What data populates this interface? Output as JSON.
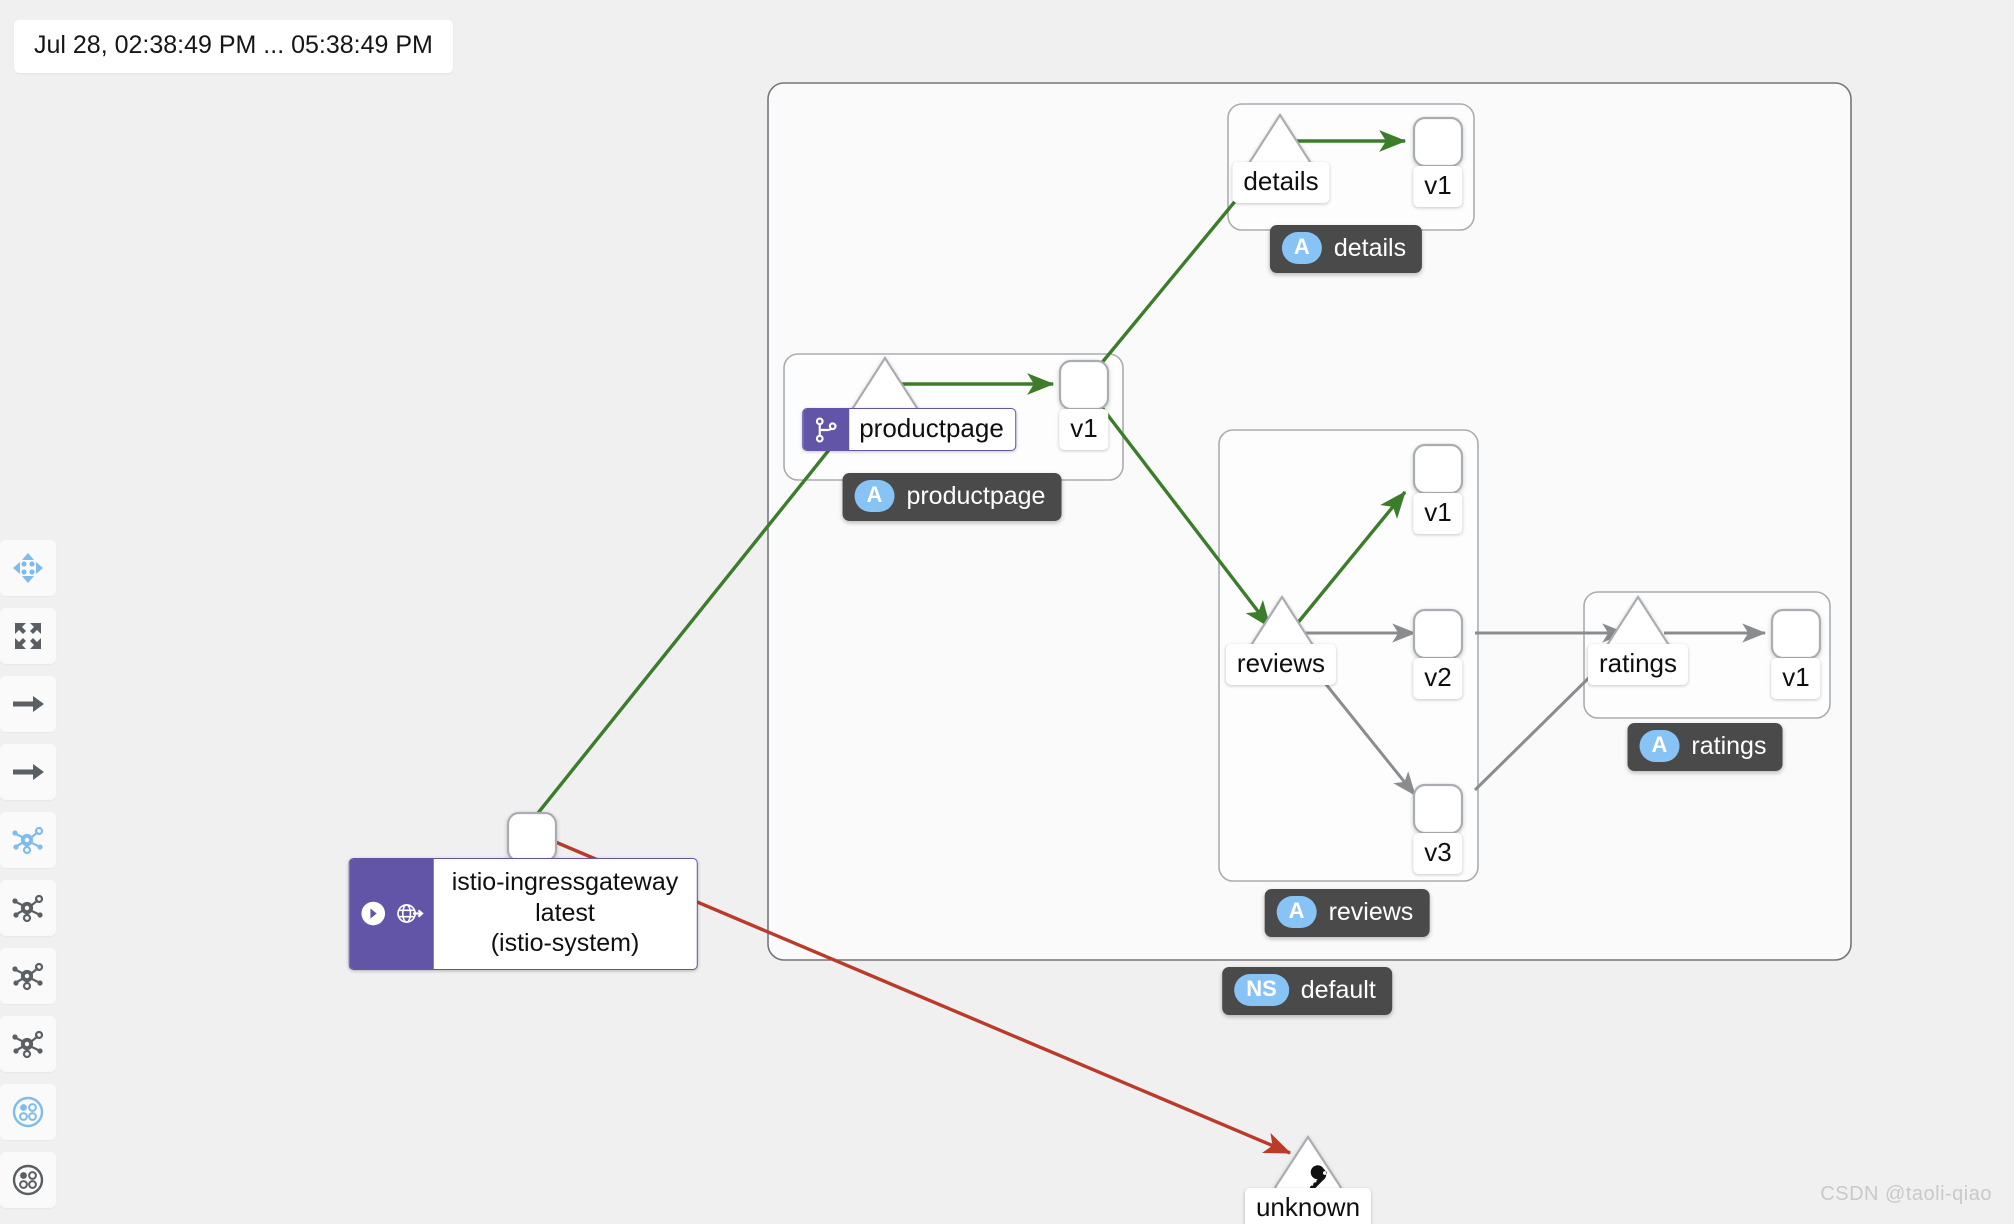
{
  "header": {
    "time_range": "Jul 28, 02:38:49 PM ... 05:38:49 PM"
  },
  "toolbar": {
    "items": [
      {
        "name": "drag-pan-icon",
        "title": "Drag / Pan",
        "active": true
      },
      {
        "name": "fit-to-screen-icon",
        "title": "Fit to Screen",
        "active": false
      },
      {
        "name": "arrow-right-icon-1",
        "title": "Layout Left to Right",
        "active": false
      },
      {
        "name": "arrow-right-icon-2",
        "title": "Layout Right",
        "active": false
      },
      {
        "name": "topology-layout-icon-1",
        "title": "Layout Default",
        "active": true
      },
      {
        "name": "topology-layout-icon-2",
        "title": "Layout Dagre",
        "active": false
      },
      {
        "name": "topology-layout-icon-3",
        "title": "Layout Grid",
        "active": false
      },
      {
        "name": "topology-layout-icon-4",
        "title": "Layout Concentric",
        "active": false
      },
      {
        "name": "namespace-layout-icon-1",
        "title": "Namespace Layout 1",
        "active": true
      },
      {
        "name": "namespace-layout-icon-2",
        "title": "Namespace Layout 2",
        "active": false
      }
    ]
  },
  "colors": {
    "edge_healthy": "#3c7d2b",
    "edge_error": "#bb3b2b",
    "edge_idle": "#8a8d90",
    "badge_purple": "#6255a8",
    "badge_dark": "#4a4a4a",
    "pill_blue": "#87c4f5",
    "canvas_bg": "#f0f0f0",
    "namespace_bg": "#fafafa"
  },
  "graph": {
    "namespace": {
      "badge": "NS",
      "label": "default"
    },
    "apps": [
      {
        "id": "details",
        "badge": "A",
        "label": "details"
      },
      {
        "id": "productpage",
        "badge": "A",
        "label": "productpage"
      },
      {
        "id": "reviews",
        "badge": "A",
        "label": "reviews"
      },
      {
        "id": "ratings",
        "badge": "A",
        "label": "ratings"
      }
    ],
    "services": [
      {
        "id": "svc-details",
        "label": "details",
        "shape": "triangle",
        "has_virtualservice": false
      },
      {
        "id": "svc-productpage",
        "label": "productpage",
        "shape": "triangle",
        "has_virtualservice": true
      },
      {
        "id": "svc-reviews",
        "label": "reviews",
        "shape": "triangle",
        "has_virtualservice": false
      },
      {
        "id": "svc-ratings",
        "label": "ratings",
        "shape": "triangle",
        "has_virtualservice": false
      }
    ],
    "workloads": [
      {
        "id": "details-v1",
        "label": "v1",
        "app": "details"
      },
      {
        "id": "productpage-v1",
        "label": "v1",
        "app": "productpage"
      },
      {
        "id": "reviews-v1",
        "label": "v1",
        "app": "reviews"
      },
      {
        "id": "reviews-v2",
        "label": "v2",
        "app": "reviews"
      },
      {
        "id": "reviews-v3",
        "label": "v3",
        "app": "reviews"
      },
      {
        "id": "ratings-v1",
        "label": "v1",
        "app": "ratings"
      }
    ],
    "gateway": {
      "id": "istio-ingressgateway",
      "line1": "istio-ingressgateway",
      "line2": "latest",
      "line3": "(istio-system)",
      "icons": [
        "arrow-circle-right-icon",
        "globe-arrow-icon"
      ]
    },
    "unknown": {
      "id": "unknown",
      "label": "unknown",
      "icon": "key-icon"
    },
    "edges": [
      {
        "from": "istio-ingressgateway",
        "to": "svc-productpage",
        "status": "healthy"
      },
      {
        "from": "istio-ingressgateway",
        "to": "unknown",
        "status": "error"
      },
      {
        "from": "svc-productpage",
        "to": "productpage-v1",
        "status": "healthy"
      },
      {
        "from": "productpage-v1",
        "to": "svc-details",
        "status": "healthy"
      },
      {
        "from": "productpage-v1",
        "to": "svc-reviews",
        "status": "healthy"
      },
      {
        "from": "svc-details",
        "to": "details-v1",
        "status": "healthy"
      },
      {
        "from": "svc-reviews",
        "to": "reviews-v1",
        "status": "healthy"
      },
      {
        "from": "svc-reviews",
        "to": "reviews-v2",
        "status": "idle"
      },
      {
        "from": "svc-reviews",
        "to": "reviews-v3",
        "status": "idle"
      },
      {
        "from": "reviews-v2",
        "to": "svc-ratings",
        "status": "idle"
      },
      {
        "from": "reviews-v3",
        "to": "svc-ratings",
        "status": "idle"
      },
      {
        "from": "svc-ratings",
        "to": "ratings-v1",
        "status": "idle"
      }
    ]
  },
  "watermark": {
    "text": "CSDN @taoli-qiao"
  }
}
